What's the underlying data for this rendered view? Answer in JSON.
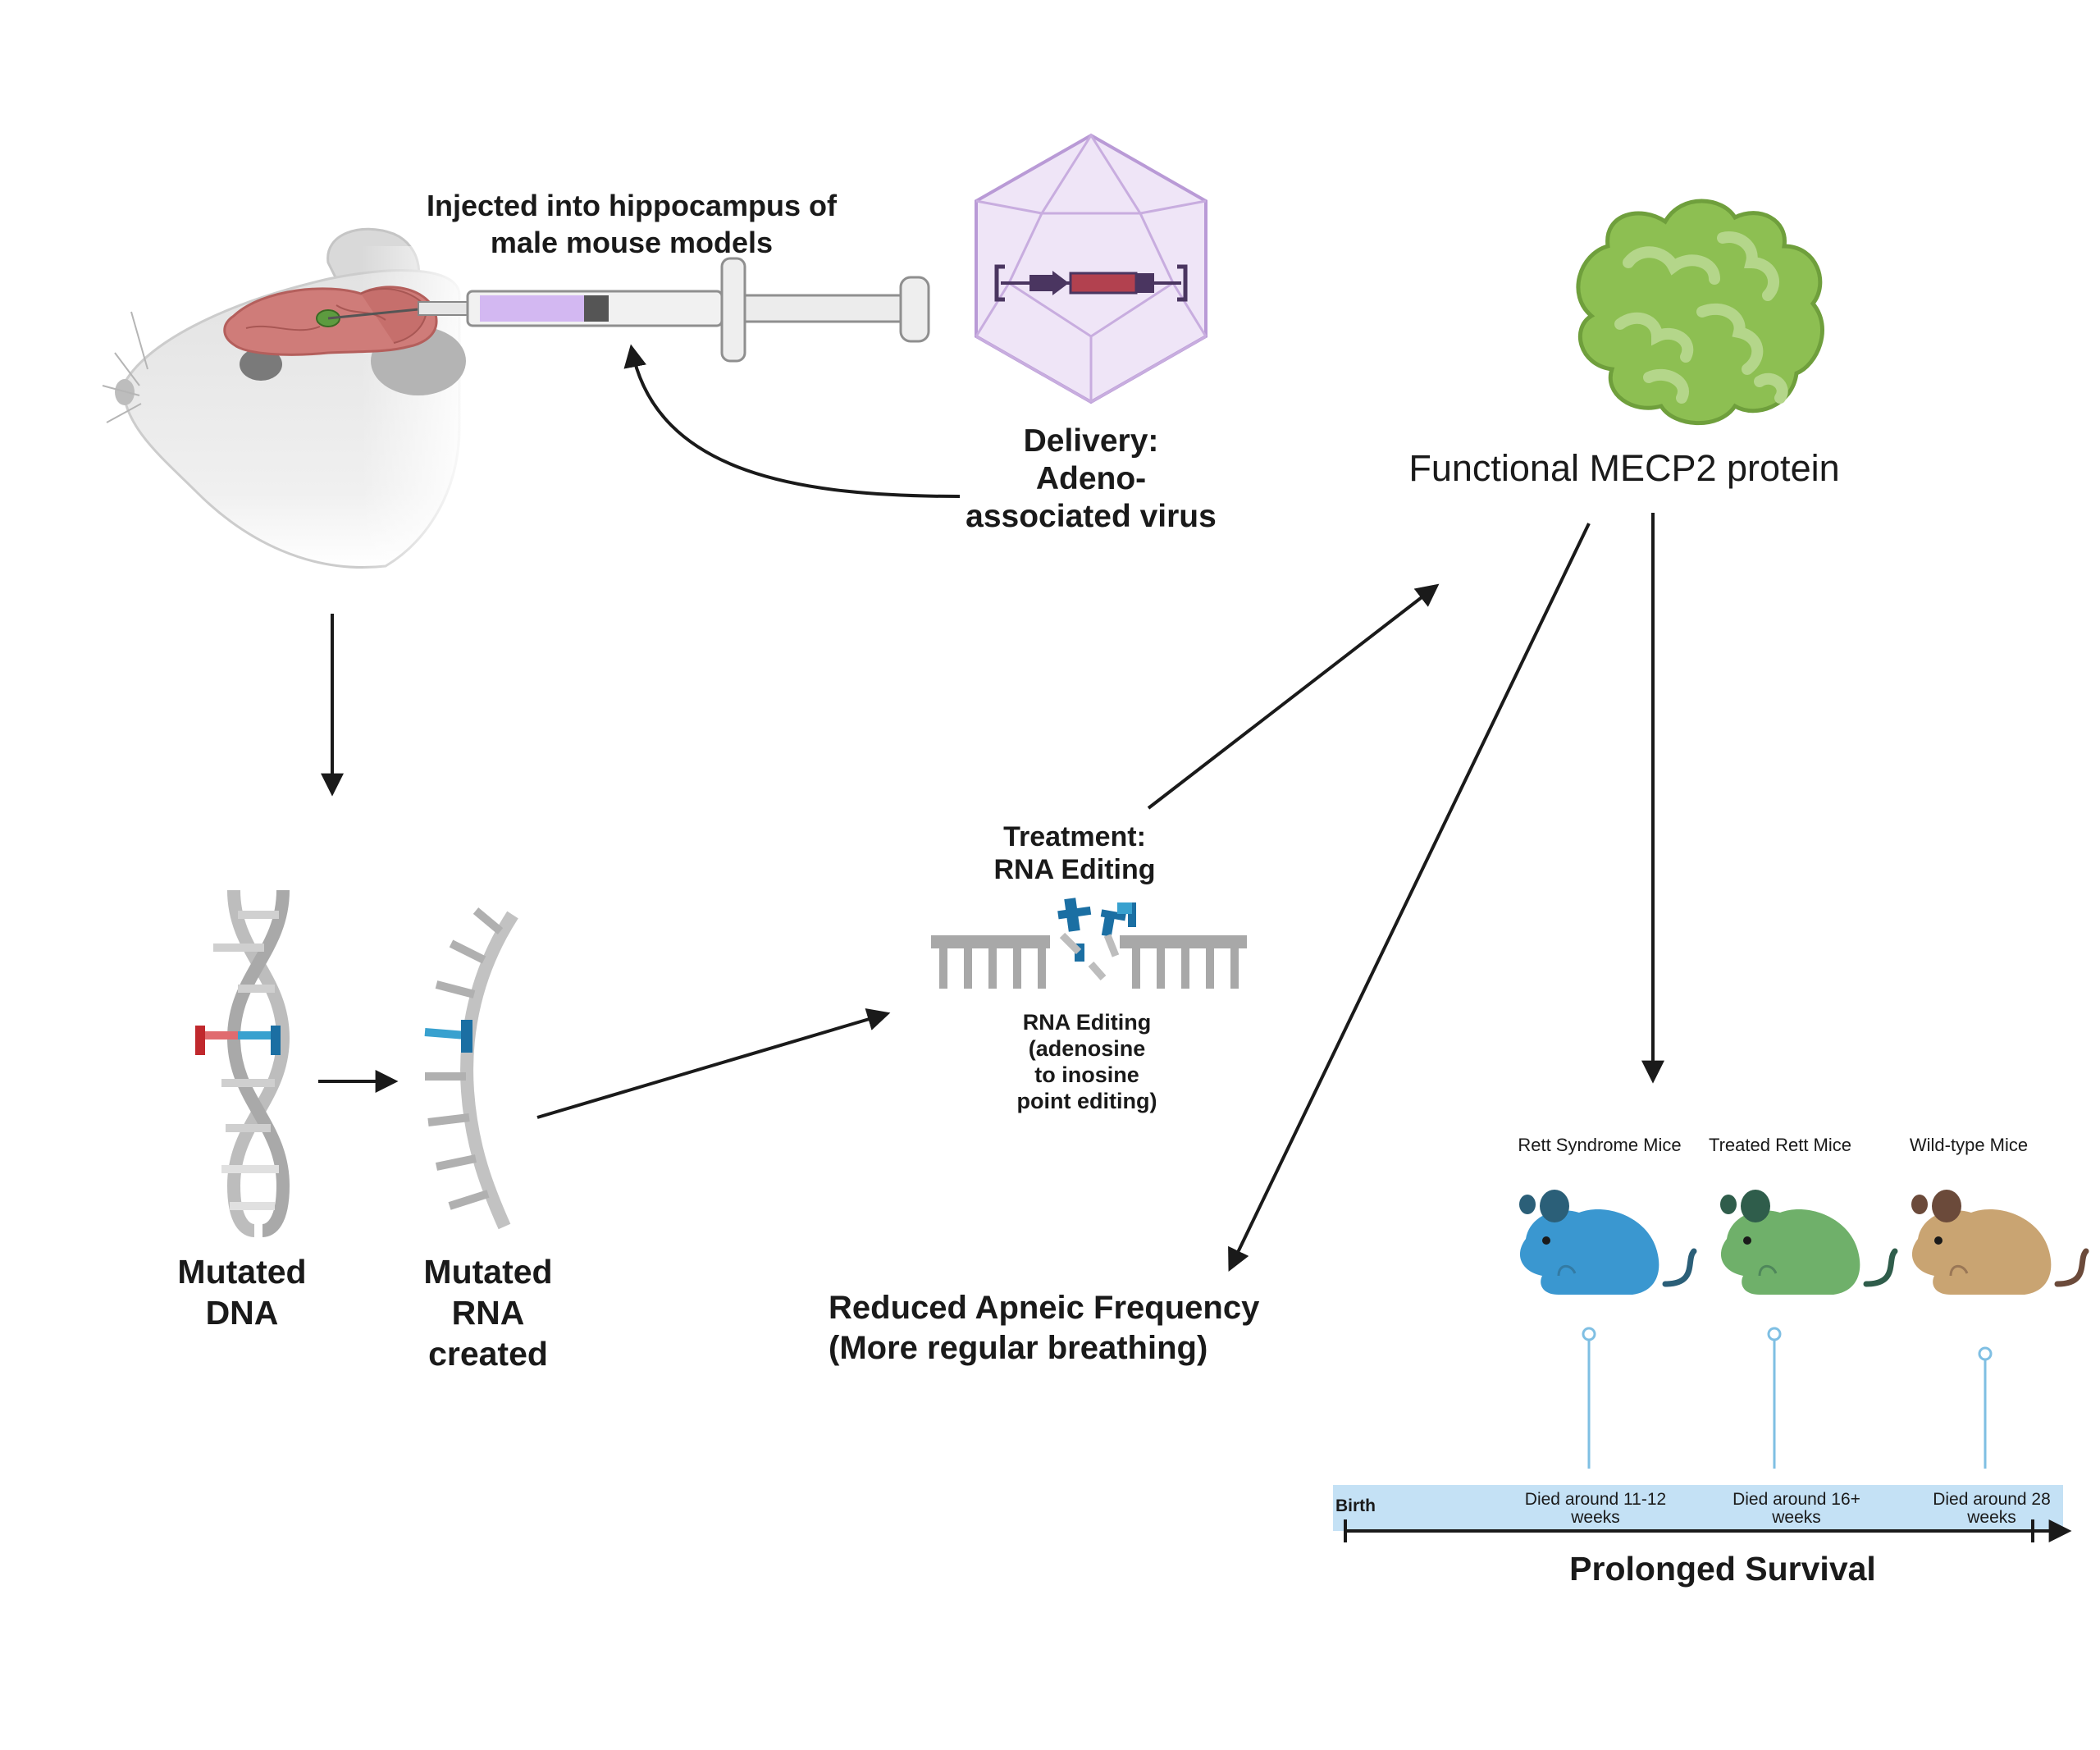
{
  "labels": {
    "injected": "Injected into hippocampus of\nmale mouse models",
    "delivery": "Delivery:\nAdeno-\nassociated virus",
    "protein": "Functional MECP2 protein",
    "treatment": "Treatment:\nRNA Editing",
    "rna_editing_detail": "RNA Editing\n(adenosine\nto inosine\npoint editing)",
    "mutated_dna": "Mutated\nDNA",
    "mutated_rna": "Mutated\nRNA\ncreated",
    "apnea": "Reduced Apneic Frequency\n(More regular breathing)",
    "survival": "Prolonged Survival"
  },
  "mice": [
    {
      "label": "Rett Syndrome Mice",
      "color": "#3a97d0",
      "tail": "#2b5f78"
    },
    {
      "label": "Treated Rett Mice",
      "color": "#6fb06a",
      "tail": "#2f5d4b"
    },
    {
      "label": "Wild-type Mice",
      "color": "#c9a472",
      "tail": "#6b4a3a"
    }
  ],
  "timeline": {
    "start": "Birth",
    "events": [
      "Died around 11-12\nweeks",
      "Died around 16+\nweeks",
      "Died around 28\nweeks"
    ],
    "bar_color": "#c4e1f5",
    "pin_color": "#7fbfe3"
  },
  "colors": {
    "virus": "#b99ad6",
    "virus_fill": "#efe5f7",
    "protein": "#8dbf52",
    "brain": "#cf7c79",
    "syringe_fluid": "#d3b8f2",
    "mutation_red": "#c0282d",
    "mutation_blue": "#1b6fa3",
    "backbone_gray": "#bdbdbd"
  }
}
